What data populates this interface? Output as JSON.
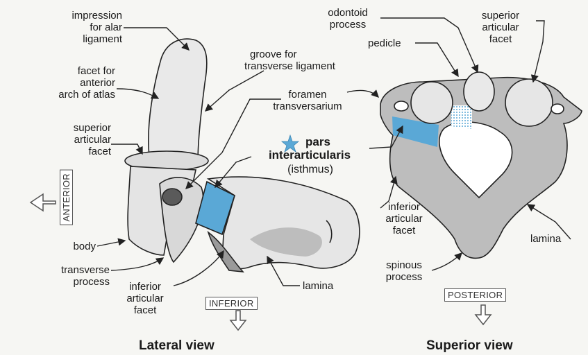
{
  "views": {
    "lateral": {
      "title": "Lateral view"
    },
    "superior": {
      "title": "Superior view"
    }
  },
  "directions": {
    "anterior": "ANTERIOR",
    "inferior": "INFERIOR",
    "posterior": "POSTERIOR"
  },
  "lateral_labels": {
    "impression": [
      "impression",
      "for alar",
      "ligament"
    ],
    "facet_anterior_arch": [
      "facet for",
      "anterior",
      "arch of atlas"
    ],
    "superior_articular_facet": [
      "superior",
      "articular",
      "facet"
    ],
    "body": "body",
    "transverse_process": [
      "transverse",
      "process"
    ],
    "inferior_articular_facet": [
      "inferior",
      "articular",
      "facet"
    ],
    "lamina": "lamina",
    "groove": [
      "groove for",
      "transverse ligament"
    ],
    "foramen": [
      "foramen",
      "transversarium"
    ],
    "pars_main": [
      "pars",
      "interarticularis"
    ],
    "pars_sub": "(isthmus)"
  },
  "superior_labels": {
    "odontoid_process": [
      "odontoid",
      "process"
    ],
    "superior_articular_facet": [
      "superior",
      "articular",
      "facet"
    ],
    "pedicle": "pedicle",
    "inferior_articular_facet": [
      "inferior",
      "articular",
      "facet"
    ],
    "lamina": "lamina",
    "spinous_process": [
      "spinous",
      "process"
    ]
  },
  "colors": {
    "highlight": "#5aa8d6",
    "bone": "#e6e6e6",
    "bone_dark": "#bdbdbd",
    "outline": "#222222"
  }
}
